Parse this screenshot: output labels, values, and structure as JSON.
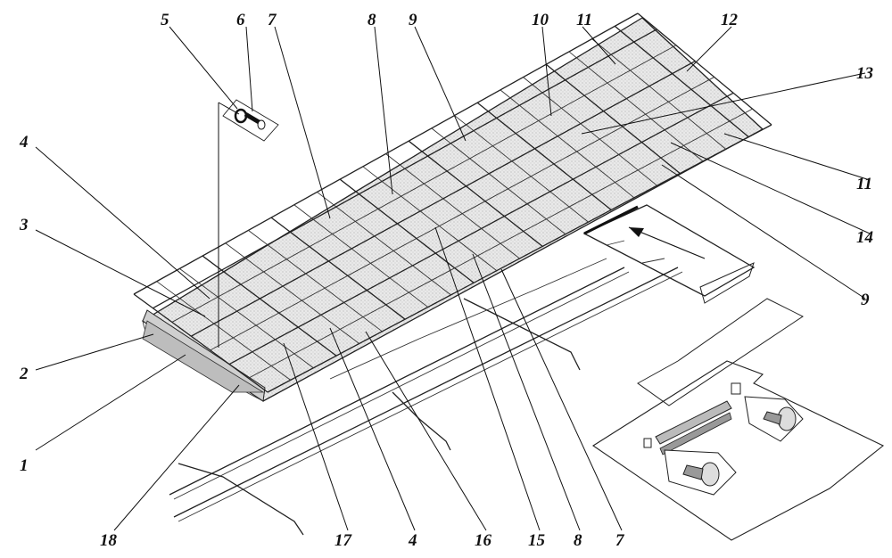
{
  "diagram": {
    "callouts": [
      {
        "id": "c1",
        "text": "1"
      },
      {
        "id": "c2",
        "text": "2"
      },
      {
        "id": "c3",
        "text": "3"
      },
      {
        "id": "c4a",
        "text": "4"
      },
      {
        "id": "c4b",
        "text": "4"
      },
      {
        "id": "c5",
        "text": "5"
      },
      {
        "id": "c6",
        "text": "6"
      },
      {
        "id": "c7a",
        "text": "7"
      },
      {
        "id": "c7b",
        "text": "7"
      },
      {
        "id": "c8a",
        "text": "8"
      },
      {
        "id": "c8b",
        "text": "8"
      },
      {
        "id": "c9a",
        "text": "9"
      },
      {
        "id": "c9b",
        "text": "9"
      },
      {
        "id": "c10",
        "text": "10"
      },
      {
        "id": "c11a",
        "text": "11"
      },
      {
        "id": "c11b",
        "text": "11"
      },
      {
        "id": "c12",
        "text": "12"
      },
      {
        "id": "c13",
        "text": "13"
      },
      {
        "id": "c14",
        "text": "14"
      },
      {
        "id": "c15",
        "text": "15"
      },
      {
        "id": "c16",
        "text": "16"
      },
      {
        "id": "c17",
        "text": "17"
      },
      {
        "id": "c18",
        "text": "18"
      }
    ]
  }
}
